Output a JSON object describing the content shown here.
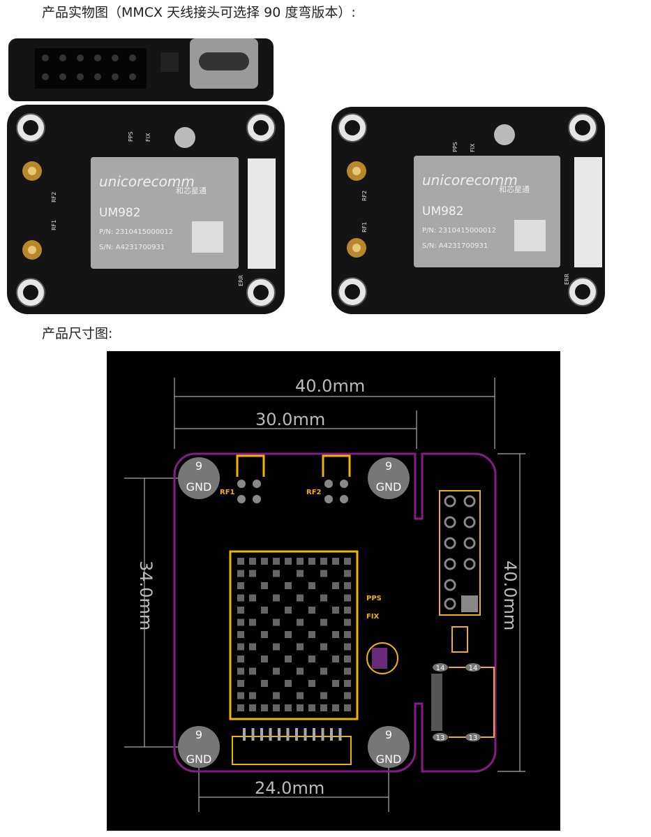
{
  "headings": {
    "photos": "产品实物图（MMCX 天线接头可选择 90 度弯版本）:",
    "dimensions": "产品尺寸图:"
  },
  "board": {
    "brand": "unicorecomm",
    "brand_cn": "和芯星通",
    "model": "UM982",
    "pn": "P/N: 2310415000012",
    "sn": "S/N: A4231700931",
    "labels": {
      "pps": "PPS",
      "fix": "FIX",
      "rf1": "RF1",
      "rf2": "RF2",
      "err": "ERR"
    }
  },
  "dimension_drawing": {
    "width_total": "40.0mm",
    "width_main": "30.0mm",
    "height_holes": "34.0mm",
    "height_total": "40.0mm",
    "width_holes": "24.0mm",
    "hole_number": "9",
    "hole_label": "GND",
    "rf1": "RF1",
    "rf2": "RF2",
    "pps": "PPS",
    "fix": "FIX",
    "pin14": "14",
    "pin13": "13"
  },
  "colors": {
    "outline": "#8a1a8a",
    "copper": "#f0b400",
    "pad": "#888888",
    "pcb": "#111111"
  }
}
